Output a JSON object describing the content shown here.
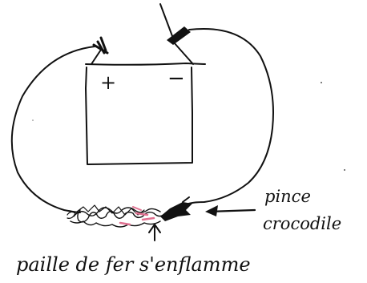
{
  "diagram": {
    "battery": {
      "positive_sign": "+",
      "negative_sign": "−"
    },
    "labels": {
      "clip_line1": "pince",
      "clip_line2": "crocodile",
      "caption": "paille de fer s'enflamme"
    },
    "colors": {
      "ink": "#111111",
      "background": "#ffffff",
      "spark": "#e07090"
    }
  }
}
